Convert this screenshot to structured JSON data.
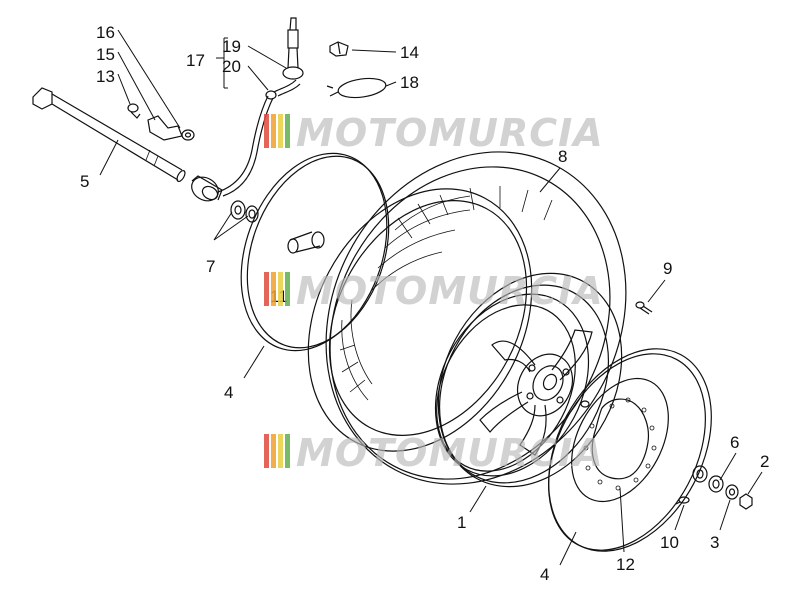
{
  "diagram": {
    "callouts": {
      "c1": "1",
      "c2": "2",
      "c3": "3",
      "c4a": "4",
      "c4b": "4",
      "c5": "5",
      "c6": "6",
      "c7": "7",
      "c8": "8",
      "c9": "9",
      "c10": "10",
      "c11": "11",
      "c12": "12",
      "c13": "13",
      "c14": "14",
      "c15": "15",
      "c16": "16",
      "c17": "17",
      "c18": "18",
      "c19": "19",
      "c20": "20"
    },
    "watermark": {
      "text": "MOTOMURCIA",
      "colors": {
        "red": "#e04a3a",
        "orange": "#f0a030",
        "yellow": "#e8d040",
        "green": "#60b050",
        "gray": "#b8b8b8"
      }
    }
  }
}
